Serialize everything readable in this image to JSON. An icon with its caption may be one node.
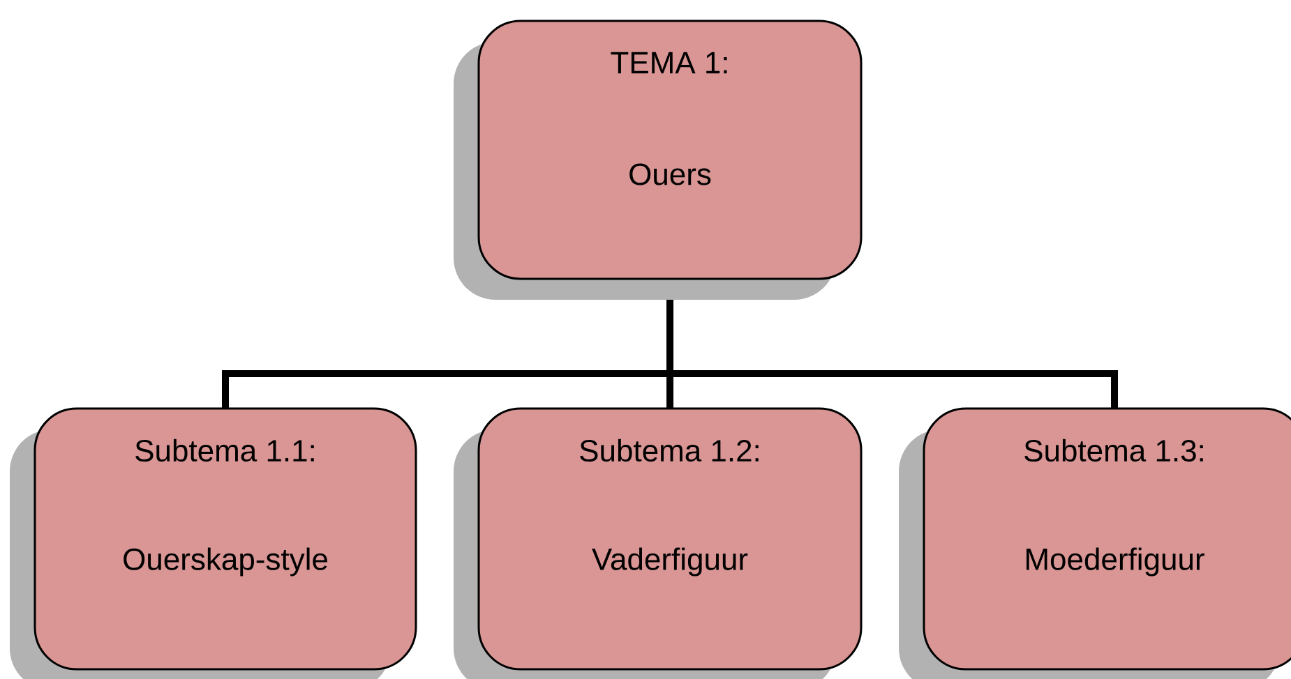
{
  "diagram": {
    "nodes": [
      {
        "text": [
          "TEMA 1:",
          "Ouers"
        ]
      },
      {
        "text": [
          "Subtema 1.1:",
          "Ouerskap-style"
        ]
      },
      {
        "text": [
          "Subtema 1.2:",
          "Vaderfiguur"
        ]
      },
      {
        "text": [
          "Subtema 1.3:",
          "Moederfiguur"
        ]
      }
    ],
    "edges": [
      {
        "from": 0,
        "to": 1,
        "arrow": "none"
      },
      {
        "from": 0,
        "to": 2,
        "arrow": "none"
      },
      {
        "from": 0,
        "to": 3,
        "arrow": "none"
      }
    ]
  }
}
